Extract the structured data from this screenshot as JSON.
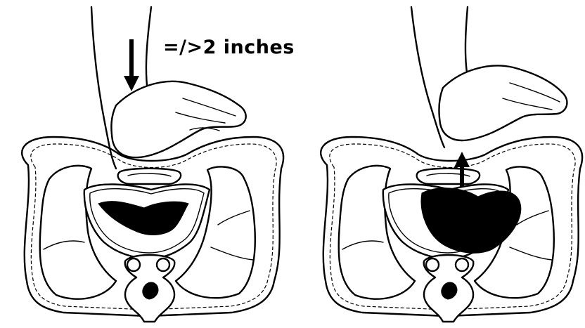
{
  "compression_label": "=/>2 inches",
  "panels": [
    {
      "state": "compression",
      "arrow": "down"
    },
    {
      "state": "recoil",
      "arrow": "up"
    }
  ]
}
